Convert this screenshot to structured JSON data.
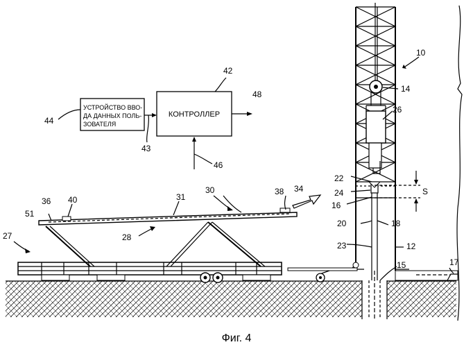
{
  "diagram": {
    "caption": "Фиг. 4",
    "controller_label": "КОНТРОЛЛЕР",
    "input_device_lines": [
      "УСТРОЙСТВО ВВО-",
      "ДА ДАННЫХ ПОЛЬ-",
      "ЗОВАТЕЛЯ"
    ],
    "gap_label": "S",
    "refs": {
      "r10": "10",
      "r12": "12",
      "r14": "14",
      "r15": "15",
      "r16": "16",
      "r17": "17",
      "r18": "18",
      "r20": "20",
      "r22": "22",
      "r23": "23",
      "r24": "24",
      "r26": "26",
      "r27": "27",
      "r28": "28",
      "r30": "30",
      "r31": "31",
      "r34": "34",
      "r36": "36",
      "r38": "38",
      "r40": "40",
      "r42": "42",
      "r43": "43",
      "r44": "44",
      "r46": "46",
      "r48": "48",
      "r51": "51"
    }
  }
}
